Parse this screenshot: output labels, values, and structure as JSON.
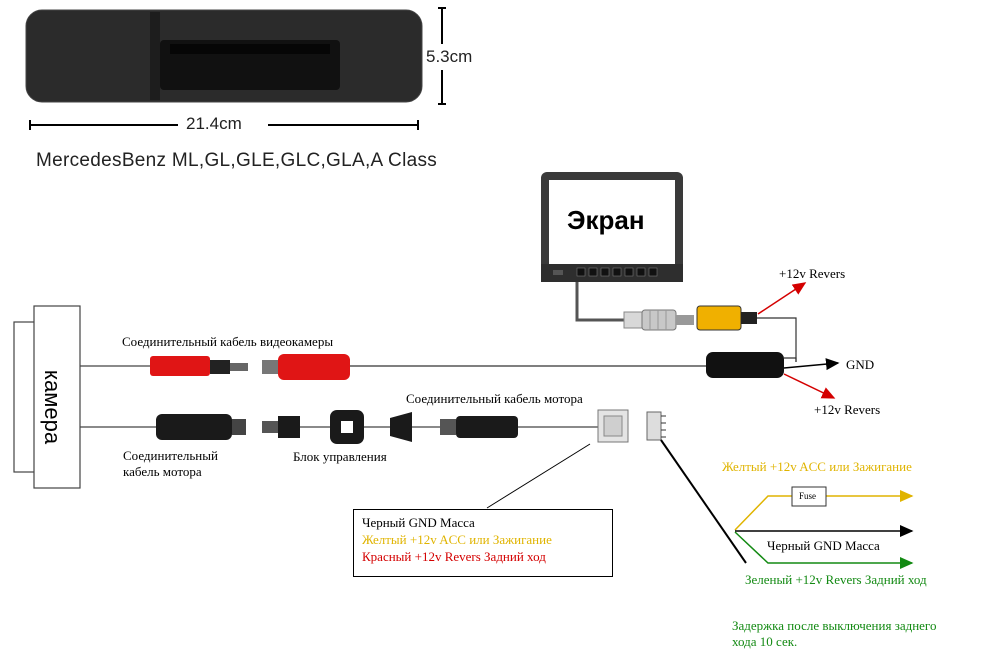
{
  "product": {
    "height_dim": "5.3cm",
    "width_dim": "21.4cm",
    "models": "MercedesBenz  ML,GL,GLE,GLC,GLA,A Class"
  },
  "monitor": {
    "label": "Экран"
  },
  "camera": {
    "label": "камера"
  },
  "wires": {
    "reverse_top": "+12v Revers",
    "gnd": "GND",
    "reverse_bottom": "+12v Revers"
  },
  "cables": {
    "camera_video_cable": "Соединительный кабель видеокамеры",
    "motor_cable_left_line1": "Соединительный",
    "motor_cable_left_line2": "кабель мотора",
    "control_unit": "Блок управления",
    "motor_cable_right": "Соединительный кабель мотора"
  },
  "legend": {
    "black": "Черный GND Масса",
    "yellow": "Желтый +12v ACC или Зажигание",
    "red": "Красный +12v Revers Задний ход"
  },
  "connector_wiring": {
    "yellow": "Желтый +12v ACC или Зажигание",
    "fuse": "Fuse",
    "black": "Черный GND Масса",
    "green": "Зеленый +12v Revers Задний ход"
  },
  "note": {
    "line1": "Задержка после выключения заднего",
    "line2": "хода 10 сек."
  },
  "colors": {
    "yellow": "#e0b400",
    "red": "#d40000",
    "green": "#138a13",
    "cable_red": "#e01515",
    "housing": "#2a2a2a"
  }
}
